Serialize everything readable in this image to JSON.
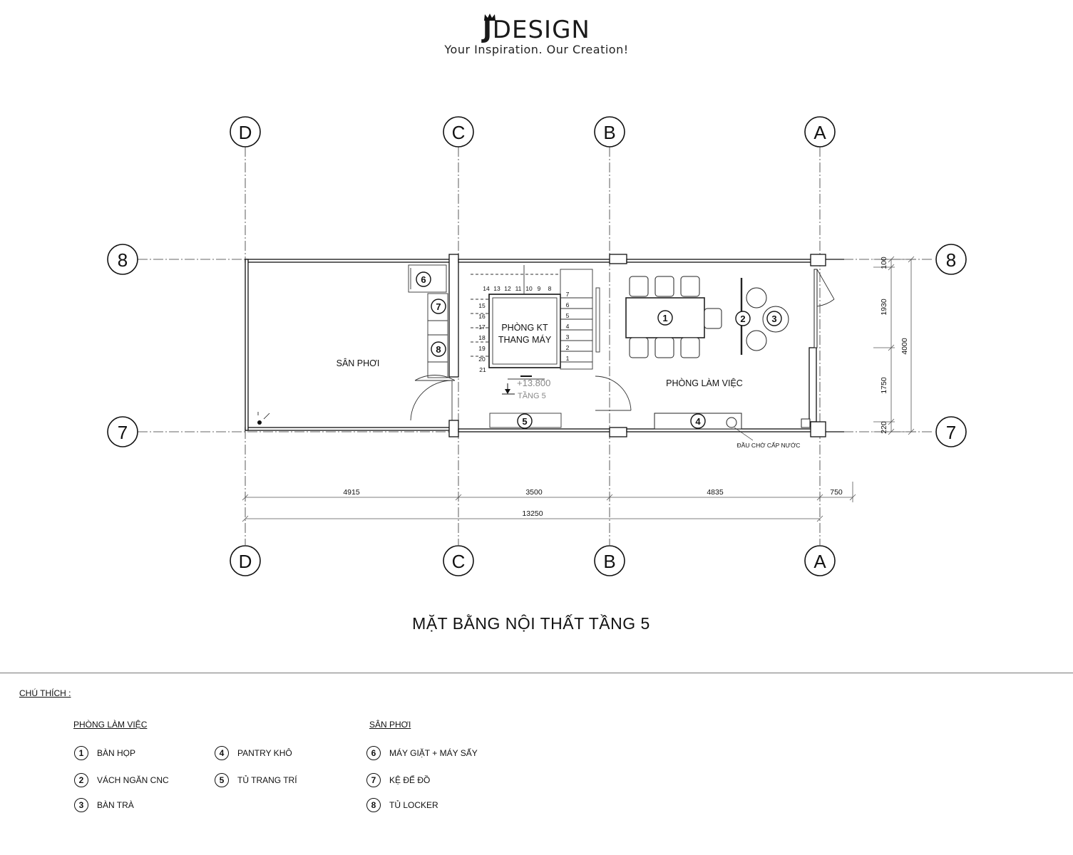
{
  "brand": {
    "logo_letter": "J",
    "logo_word": "DESIGN",
    "tagline": "Your Inspiration. Our Creation!"
  },
  "grid": {
    "columns": [
      "D",
      "C",
      "B",
      "A"
    ],
    "rows": [
      "8",
      "7"
    ]
  },
  "rooms": {
    "san_phoi": "SÂN PHƠI",
    "phong_kt_line1": "PHÒNG KT",
    "phong_kt_line2": "THANG MÁY",
    "phong_lam_viec": "PHÒNG LÀM VIỆC"
  },
  "level": {
    "elevation": "+13.800",
    "floor": "TẦNG 5"
  },
  "stairs": {
    "top_row": [
      "14",
      "13",
      "12",
      "11",
      "10",
      "9",
      "8"
    ],
    "left_col": [
      "15",
      "16",
      "17",
      "18",
      "19",
      "20",
      "21"
    ],
    "right_col": [
      "7",
      "6",
      "5",
      "4",
      "3",
      "2",
      "1"
    ]
  },
  "markers": [
    "1",
    "2",
    "3",
    "4",
    "5",
    "6",
    "7",
    "8"
  ],
  "notes": {
    "water": "ĐẦU CHỜ CẤP NƯỚC"
  },
  "dimensions": {
    "horizontal": [
      "4915",
      "3500",
      "4835",
      "750"
    ],
    "total": "13250",
    "vertical": [
      "100",
      "1930",
      "1750",
      "220"
    ],
    "vertical_total": "4000"
  },
  "title": "MẶT BẰNG NỘI THẤT TẦNG 5",
  "legend": {
    "title": "CHÚ THÍCH :",
    "groups": [
      {
        "heading": "PHÒNG LÀM VIỆC",
        "items": [
          {
            "num": "1",
            "label": "BÀN HỌP"
          },
          {
            "num": "2",
            "label": "VÁCH NGĂN CNC"
          },
          {
            "num": "3",
            "label": "BÀN TRÀ"
          },
          {
            "num": "4",
            "label": "PANTRY KHÔ"
          },
          {
            "num": "5",
            "label": "TỦ TRANG TRÍ"
          }
        ]
      },
      {
        "heading": "SÂN PHƠI",
        "items": [
          {
            "num": "6",
            "label": "MÁY GIẶT + MÁY SẤY"
          },
          {
            "num": "7",
            "label": "KỆ ĐỂ ĐỒ"
          },
          {
            "num": "8",
            "label": "TỦ LOCKER"
          }
        ]
      }
    ]
  }
}
